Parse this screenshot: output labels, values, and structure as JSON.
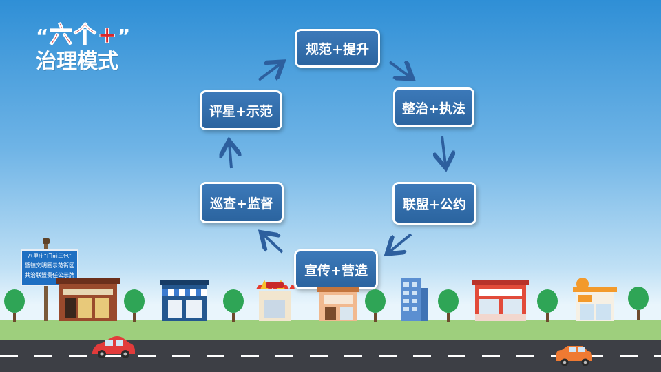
{
  "title": {
    "quote_open": "“",
    "main": "六个+",
    "quote_close": "”",
    "subtitle": "治理模式"
  },
  "cycle_nodes": [
    {
      "id": "n1",
      "label": "规范+提升"
    },
    {
      "id": "n2",
      "label": "整治+执法"
    },
    {
      "id": "n3",
      "label": "联盟+公约"
    },
    {
      "id": "n4",
      "label": "宣传+营造"
    },
    {
      "id": "n5",
      "label": "巡查+监督"
    },
    {
      "id": "n6",
      "label": "评星+示范"
    }
  ],
  "sign_board": {
    "line1": "八里庄“门前三包”",
    "line2": "暨镇文明圈示范街区",
    "line3": "共治联盟责任公示牌"
  },
  "colors": {
    "node_fill": "#2f6aa8",
    "arrow": "#2d5f9e",
    "title_accent": "#d9262a",
    "sky": "#4aa3e0"
  }
}
